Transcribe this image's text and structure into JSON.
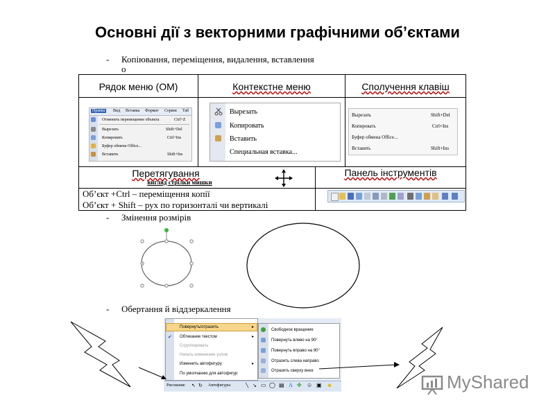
{
  "title": "Основні дії з векторними графічними об’єктами",
  "bullets": {
    "copy": "Копіювання, переміщення, видалення, вставлення",
    "copy_cont": "о",
    "resize": "Змінення розмірів",
    "rotate": "Обертання й віддзеркалення",
    "dash": "-"
  },
  "table": {
    "menu_bar": "Рядок меню (ОМ)",
    "context_menu": "Контекстне меню",
    "shortcuts": "Сполучення клавіш",
    "dragging": "Перетягування",
    "dragging_sub": "вигляд стрілки мишки",
    "toolbar": "Панель інструментів",
    "note1": "Об’єкт +Ctrl – переміщення копії",
    "note2": "Об’єкт + Shift – рух по горизонталі чи вертикалі"
  },
  "menu_bar_shot": {
    "menubar": [
      "Правка",
      "Вид",
      "Вставка",
      "Формат",
      "Сервис",
      "Таб"
    ],
    "items": [
      {
        "label": "Отменить перемещение объекта",
        "key": "Ctrl+Z"
      },
      {
        "label": "Вырезать",
        "key": "Shift+Del"
      },
      {
        "label": "Копировать",
        "key": "Ctrl+Ins"
      },
      {
        "label": "Буфер обмена Office...",
        "key": ""
      },
      {
        "label": "Вставить",
        "key": "Shift+Ins"
      }
    ]
  },
  "context_shot": {
    "items": [
      "Вырезать",
      "Копировать",
      "Вставить",
      "Специальная вставка..."
    ]
  },
  "shortcut_shot": {
    "items": [
      {
        "label": "Вырезать",
        "key": "Shift+Del"
      },
      {
        "label": "Копировать",
        "key": "Ctrl+Ins"
      },
      {
        "label": "Буфер обмена Office...",
        "key": ""
      },
      {
        "label": "Вставить",
        "key": "Shift+Ins"
      }
    ]
  },
  "rotate_shot": {
    "main_items": [
      "Повернуть/отразить",
      "Обтекание текстом",
      "Сгруппировать",
      "Начать изменение узлов",
      "Изменить автофигуру",
      "По умолчанию для автофигур"
    ],
    "sub_items": [
      "Свободное вращение",
      "Повернуть влево на 90°",
      "Повернуть вправо на 90°",
      "Отразить слева направо",
      "Отразить сверху вниз"
    ],
    "toolbar_draw": "Рисование",
    "toolbar_autoshapes": "Автофигуры"
  },
  "watermark": "MyShared"
}
